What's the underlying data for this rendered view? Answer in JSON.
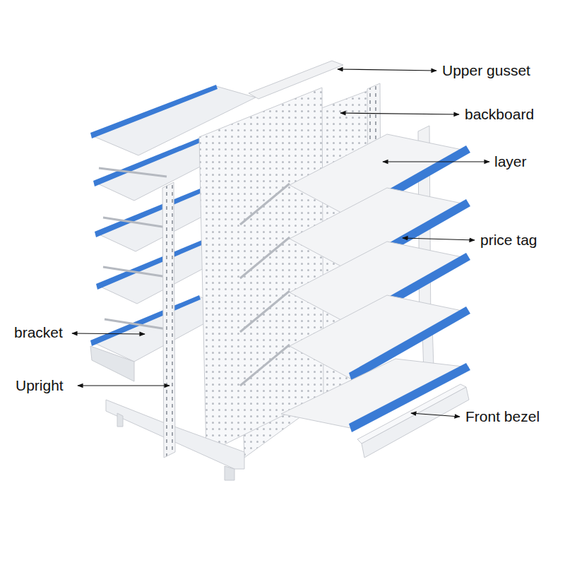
{
  "diagram": {
    "labels": [
      "Upper gusset",
      "backboard",
      "layer",
      "price tag",
      "bracket",
      "Upright",
      "Front bezel"
    ]
  }
}
